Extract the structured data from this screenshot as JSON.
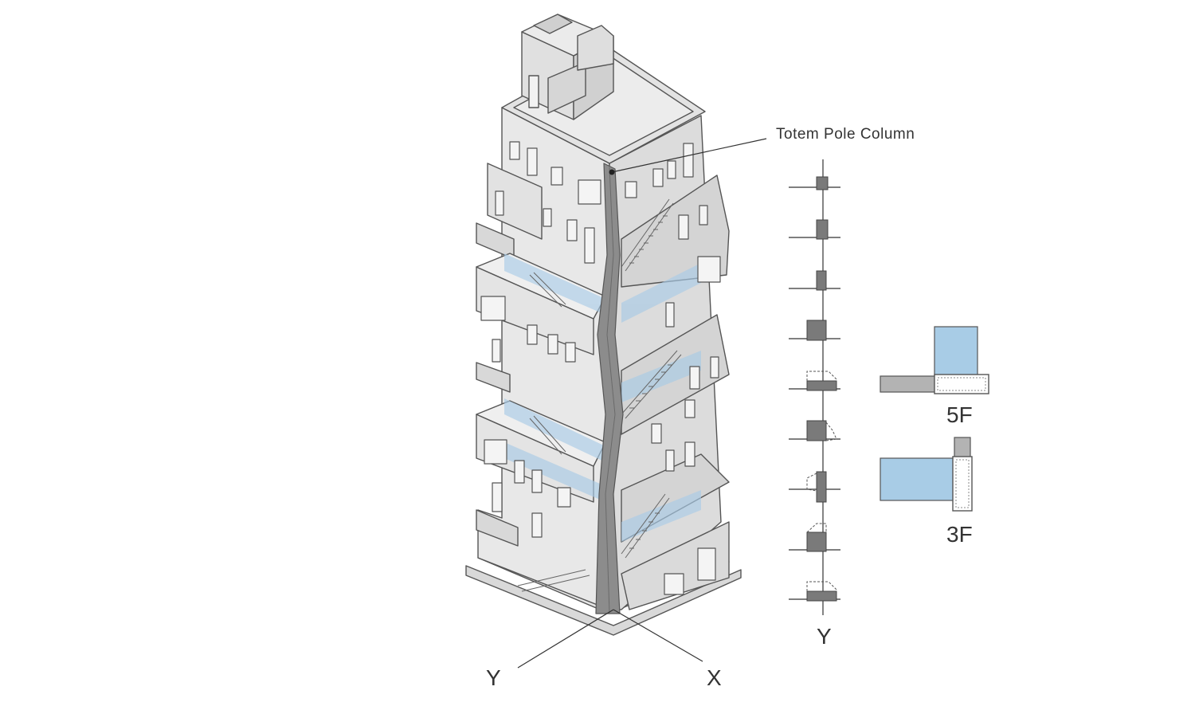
{
  "callout": {
    "label": "Totem Pole Column"
  },
  "axes": {
    "y_label": "Y",
    "x_label": "X",
    "section_axis_label": "Y"
  },
  "details": [
    {
      "floor_label": "5F"
    },
    {
      "floor_label": "3F"
    }
  ],
  "colors": {
    "line": "#555555",
    "wall_light": "#ececec",
    "wall_mid": "#d9d9d9",
    "wall_dark": "#c4c4c4",
    "column": "#8c8c8c",
    "slab_blue": "#a9cbe6",
    "plan_blue": "#a8cce6",
    "plan_grey": "#b3b3b3",
    "section_box": "#7a7a7a"
  }
}
